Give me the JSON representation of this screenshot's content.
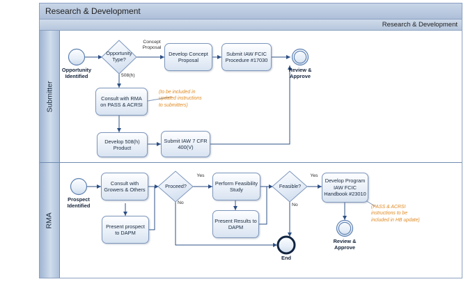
{
  "diagram": {
    "pool_title": "Research & Development",
    "pool_subtitle": "Research & Development",
    "lanes": [
      {
        "id": "submitter",
        "label": "Submitter"
      },
      {
        "id": "rma",
        "label": "RMA"
      }
    ]
  },
  "submitter_lane": {
    "start_event": {
      "label": "Opportunity\nIdentified",
      "label_line1": "Opportunity",
      "label_line2": "Identified",
      "type": "start-event"
    },
    "gateway": {
      "label": "Opportunity\nType?",
      "label_line1": "Opportunity",
      "label_line2": "Type?",
      "type": "exclusive-gateway"
    },
    "edge_labels": {
      "concept": "Concept\nProposal",
      "concept_line1": "Concept",
      "concept_line2": "Proposal",
      "five08": "508(h)"
    },
    "tasks": [
      {
        "id": "develop-concept-proposal",
        "line1": "Develop Concept",
        "line2": "Proposal"
      },
      {
        "id": "submit-iaw-fcic-procedure",
        "line1": "Submit IAW FCIC",
        "line2": "Procedure #17030"
      },
      {
        "id": "consult-with-rma",
        "line1": "Consult with RMA",
        "line2": "on PASS & ACRSI"
      },
      {
        "id": "develop-508h-product",
        "line1": "Develop 508(h)",
        "line2": "Product"
      },
      {
        "id": "submit-iaw-7-cfr",
        "line1": "Submit IAW 7 CFR",
        "line2": "400(V)"
      }
    ],
    "end_event": {
      "label_line1": "Review &",
      "label_line2": "Approve",
      "type": "review-approve-event"
    },
    "annotation": {
      "line1": "(to be included in",
      "line2": "updated instructions",
      "line3": "to submitters)"
    }
  },
  "rma_lane": {
    "start_event": {
      "label_line1": "Prospect",
      "label_line2": "Identified",
      "type": "start-event"
    },
    "gateways": [
      {
        "id": "proceed",
        "label": "Proceed?",
        "yes": "Yes",
        "no": "No"
      },
      {
        "id": "feasible",
        "label": "Feasible?",
        "yes": "Yes",
        "no": "No"
      }
    ],
    "tasks": [
      {
        "id": "consult-with-growers",
        "line1": "Consult with",
        "line2": "Growers & Others"
      },
      {
        "id": "present-prospect-to-dapm",
        "line1": "Present prospect",
        "line2": "to DAPM"
      },
      {
        "id": "perform-feasibility-study",
        "line1": "Perform Feasibility",
        "line2": "Study"
      },
      {
        "id": "present-results-to-dapm",
        "line1": "Present Results to",
        "line2": "DAPM"
      },
      {
        "id": "develop-program-iaw-fcic",
        "line1": "Develop Program",
        "line2": "IAW FCIC",
        "line3": "Handbook #23010"
      }
    ],
    "end_events": [
      {
        "id": "end",
        "label": "End",
        "type": "end-event"
      },
      {
        "id": "review-approve",
        "label_line1": "Review &",
        "label_line2": "Approve",
        "type": "review-approve-event"
      }
    ],
    "annotation": {
      "line1": "(PASS & ACRSI",
      "line2": "instructions to be",
      "line3": "included in HB update)"
    }
  },
  "colors": {
    "pool_header": "#c9d6e8",
    "lane_fill": "#cfdcec",
    "task_border": "#7d96bb",
    "connector": "#3b5c90",
    "annotation_text": "#e08a22",
    "end_event_border": "#11243f"
  }
}
